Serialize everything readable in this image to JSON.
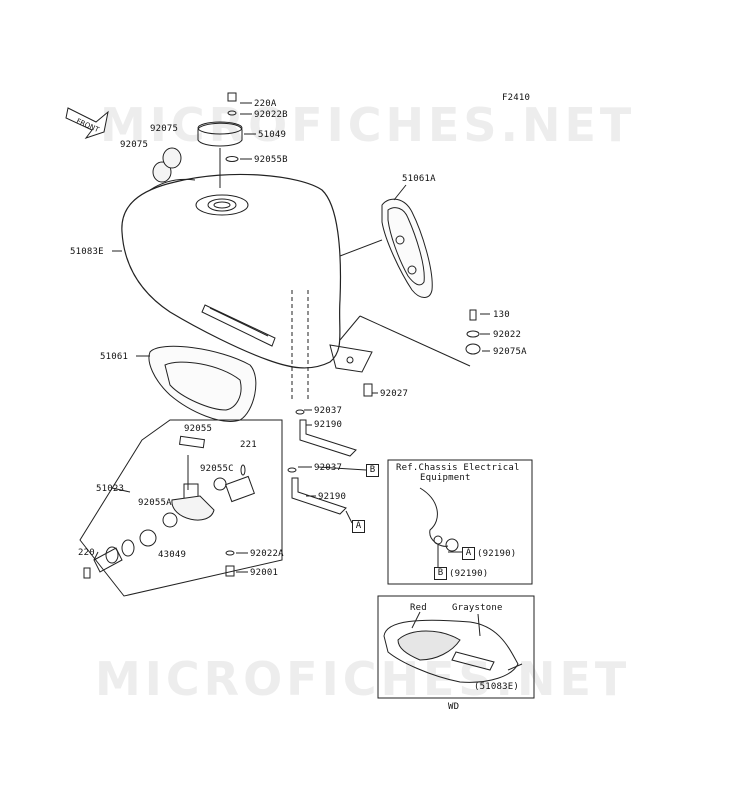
{
  "figure_code": "F2410",
  "watermark": "MICROFICHES.NET",
  "front_arrow": "FRONT",
  "parts": {
    "p220A": "220A",
    "p92022B": "92022B",
    "p51049": "51049",
    "p92055B": "92055B",
    "p92075a": "92075",
    "p92075b": "92075",
    "p51061A": "51061A",
    "p51083E": "51083E",
    "p130": "130",
    "p92022": "92022",
    "p92075A": "92075A",
    "p51061": "51061",
    "p92027": "92027",
    "p92037a": "92037",
    "p92190a": "92190",
    "p92055": "92055",
    "p221": "221",
    "p92055C": "92055C",
    "p92037b": "92037",
    "p51023": "51023",
    "p92055A": "92055A",
    "p92190b": "92190",
    "p220": "220",
    "p43049": "43049",
    "p92022A": "92022A",
    "p92001": "92001"
  },
  "connectors": {
    "a": "A",
    "b": "B"
  },
  "ref_box": {
    "title_line1": "Ref.Chassis Electrical",
    "title_line2": "Equipment",
    "a_ref": "(92190)",
    "b_ref": "(92190)",
    "a": "A",
    "b": "B"
  },
  "variant_box": {
    "red": "Red",
    "graystone": "Graystone",
    "part": "(51083E)",
    "caption": "WD"
  }
}
